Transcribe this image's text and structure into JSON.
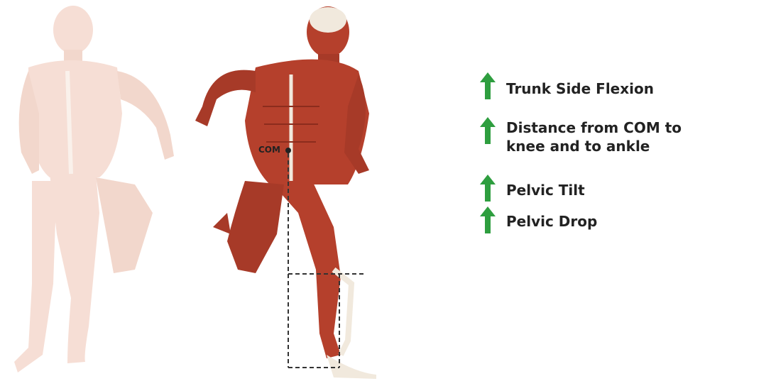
{
  "labels": {
    "trunk": "Trunk Side Flexion",
    "distance_line1": "Distance from COM to",
    "distance_line2": "knee and to ankle",
    "pelvic_tilt": "Pelvic Tilt",
    "pelvic_drop": "Pelvic Drop",
    "com": "COM"
  },
  "colors": {
    "arrow": "#2e9e3f",
    "muscle_dark": "#b5402c",
    "muscle_faded": "#efc4b3",
    "tendon": "#f1e9dd",
    "dash": "#333333"
  },
  "icons": {
    "increase": "up-arrow-icon"
  }
}
